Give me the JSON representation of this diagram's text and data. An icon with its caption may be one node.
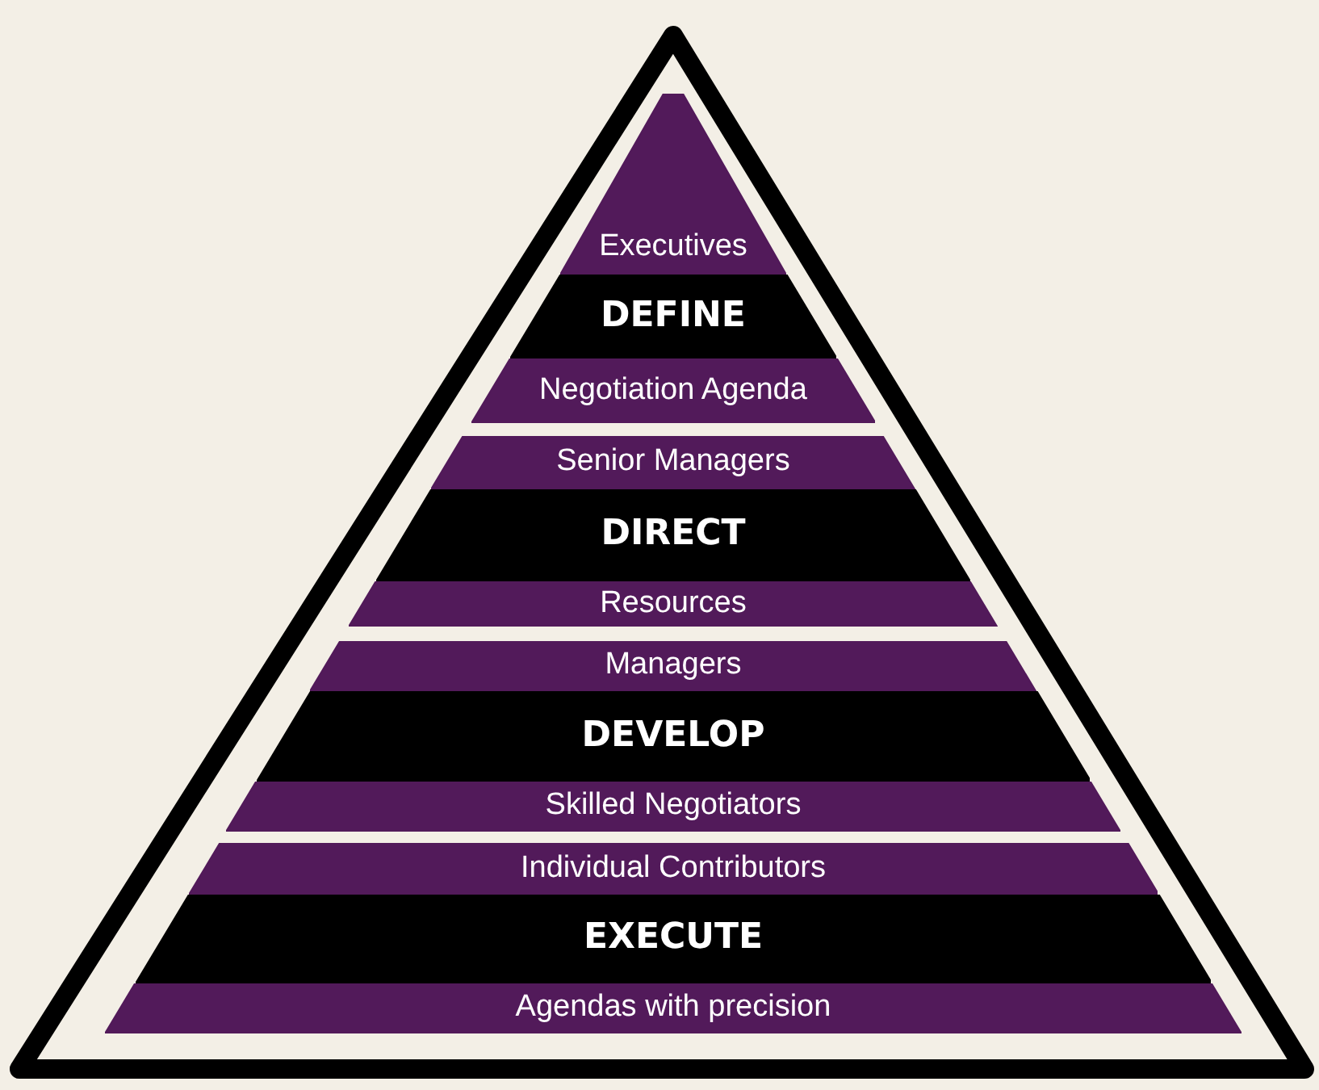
{
  "diagram": {
    "nodes": [
      {
        "text": [
          "Executives"
        ]
      },
      {
        "text": [
          "DEFINE"
        ]
      },
      {
        "text": [
          "Negotiation Agenda"
        ]
      },
      {
        "text": [
          "Senior Managers"
        ]
      },
      {
        "text": [
          "DIRECT"
        ]
      },
      {
        "text": [
          "Resources"
        ]
      },
      {
        "text": [
          "Managers"
        ]
      },
      {
        "text": [
          "DEVELOP"
        ]
      },
      {
        "text": [
          "Skilled Negotiators"
        ]
      },
      {
        "text": [
          "Individual Contributors"
        ]
      },
      {
        "text": [
          "EXECUTE"
        ]
      },
      {
        "text": [
          "Agendas with precision"
        ]
      }
    ]
  }
}
